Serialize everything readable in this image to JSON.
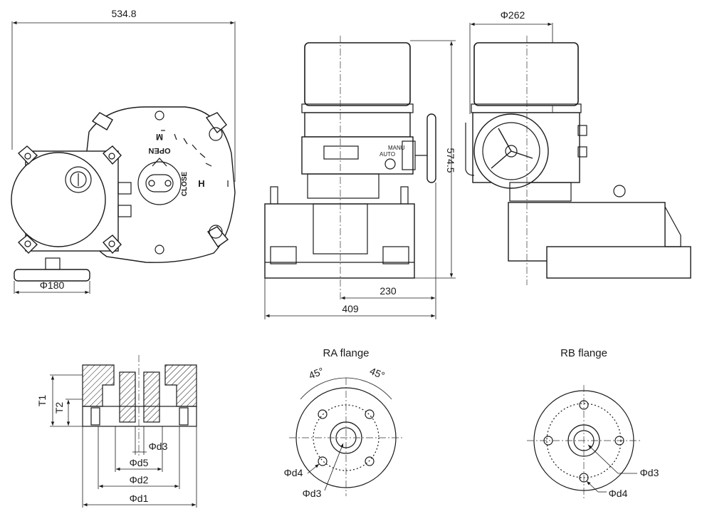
{
  "colors": {
    "line": "#1a1a1a",
    "background": "#ffffff"
  },
  "dimensions": {
    "overall_width": "534.8",
    "handwheel_diameter": "Φ180",
    "height": "574.5",
    "depth_230": "230",
    "depth_409": "409",
    "cover_diameter": "Φ262"
  },
  "front_view": {
    "open_label": "OPEN",
    "close_label": "CLOSE",
    "mark_m": "M",
    "mark_i": "I",
    "mark_h": "H"
  },
  "side_view": {
    "auto_label": "AUTO",
    "manu_label": "MANU"
  },
  "section_view": {
    "t1": "T1",
    "t2": "T2",
    "d3": "Φd3",
    "d5": "Φd5",
    "d2": "Φd2",
    "d1": "Φd1"
  },
  "ra_flange": {
    "title": "RA flange",
    "angle_left": "45°",
    "angle_right": "45°",
    "d4": "Φd4",
    "d3": "Φd3"
  },
  "rb_flange": {
    "title": "RB flange",
    "d3": "Φd3",
    "d4": "Φd4"
  }
}
